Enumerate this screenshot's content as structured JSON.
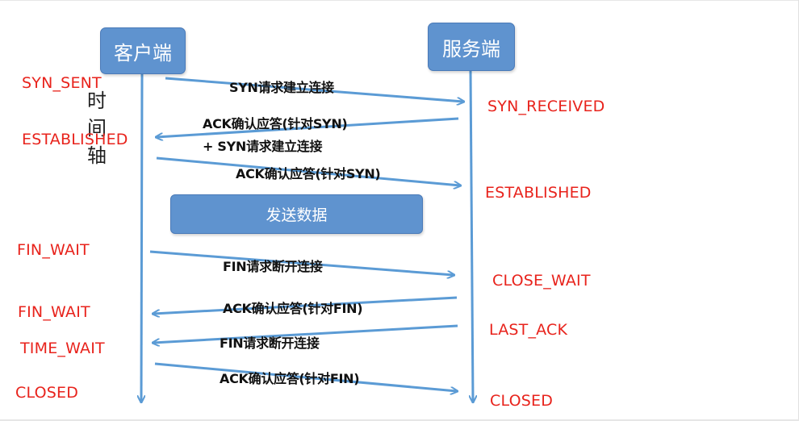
{
  "actors": {
    "client": "客户端",
    "server": "服务端",
    "data_transfer": "发送数据"
  },
  "timeline_label": "时间轴",
  "client_states": [
    "SYN_SENT",
    "ESTABLISHED",
    "FIN_WAIT",
    "FIN_WAIT",
    "TIME_WAIT",
    "CLOSED"
  ],
  "server_states": [
    "SYN_RECEIVED",
    "ESTABLISHED",
    "CLOSE_WAIT",
    "LAST_ACK",
    "CLOSED"
  ],
  "messages": [
    "SYN请求建立连接",
    "ACK确认应答(针对SYN)",
    "+ SYN请求建立连接",
    "ACK确认应答(针对SYN)",
    "FIN请求断开连接",
    "ACK确认应答(针对FIN)",
    "FIN请求断开连接",
    "ACK确认应答(针对FIN)"
  ],
  "colors": {
    "actor_box": "#5f93cf",
    "arrow": "#5b9bd5",
    "state_text": "#e8231c",
    "message_text": "#111111"
  }
}
